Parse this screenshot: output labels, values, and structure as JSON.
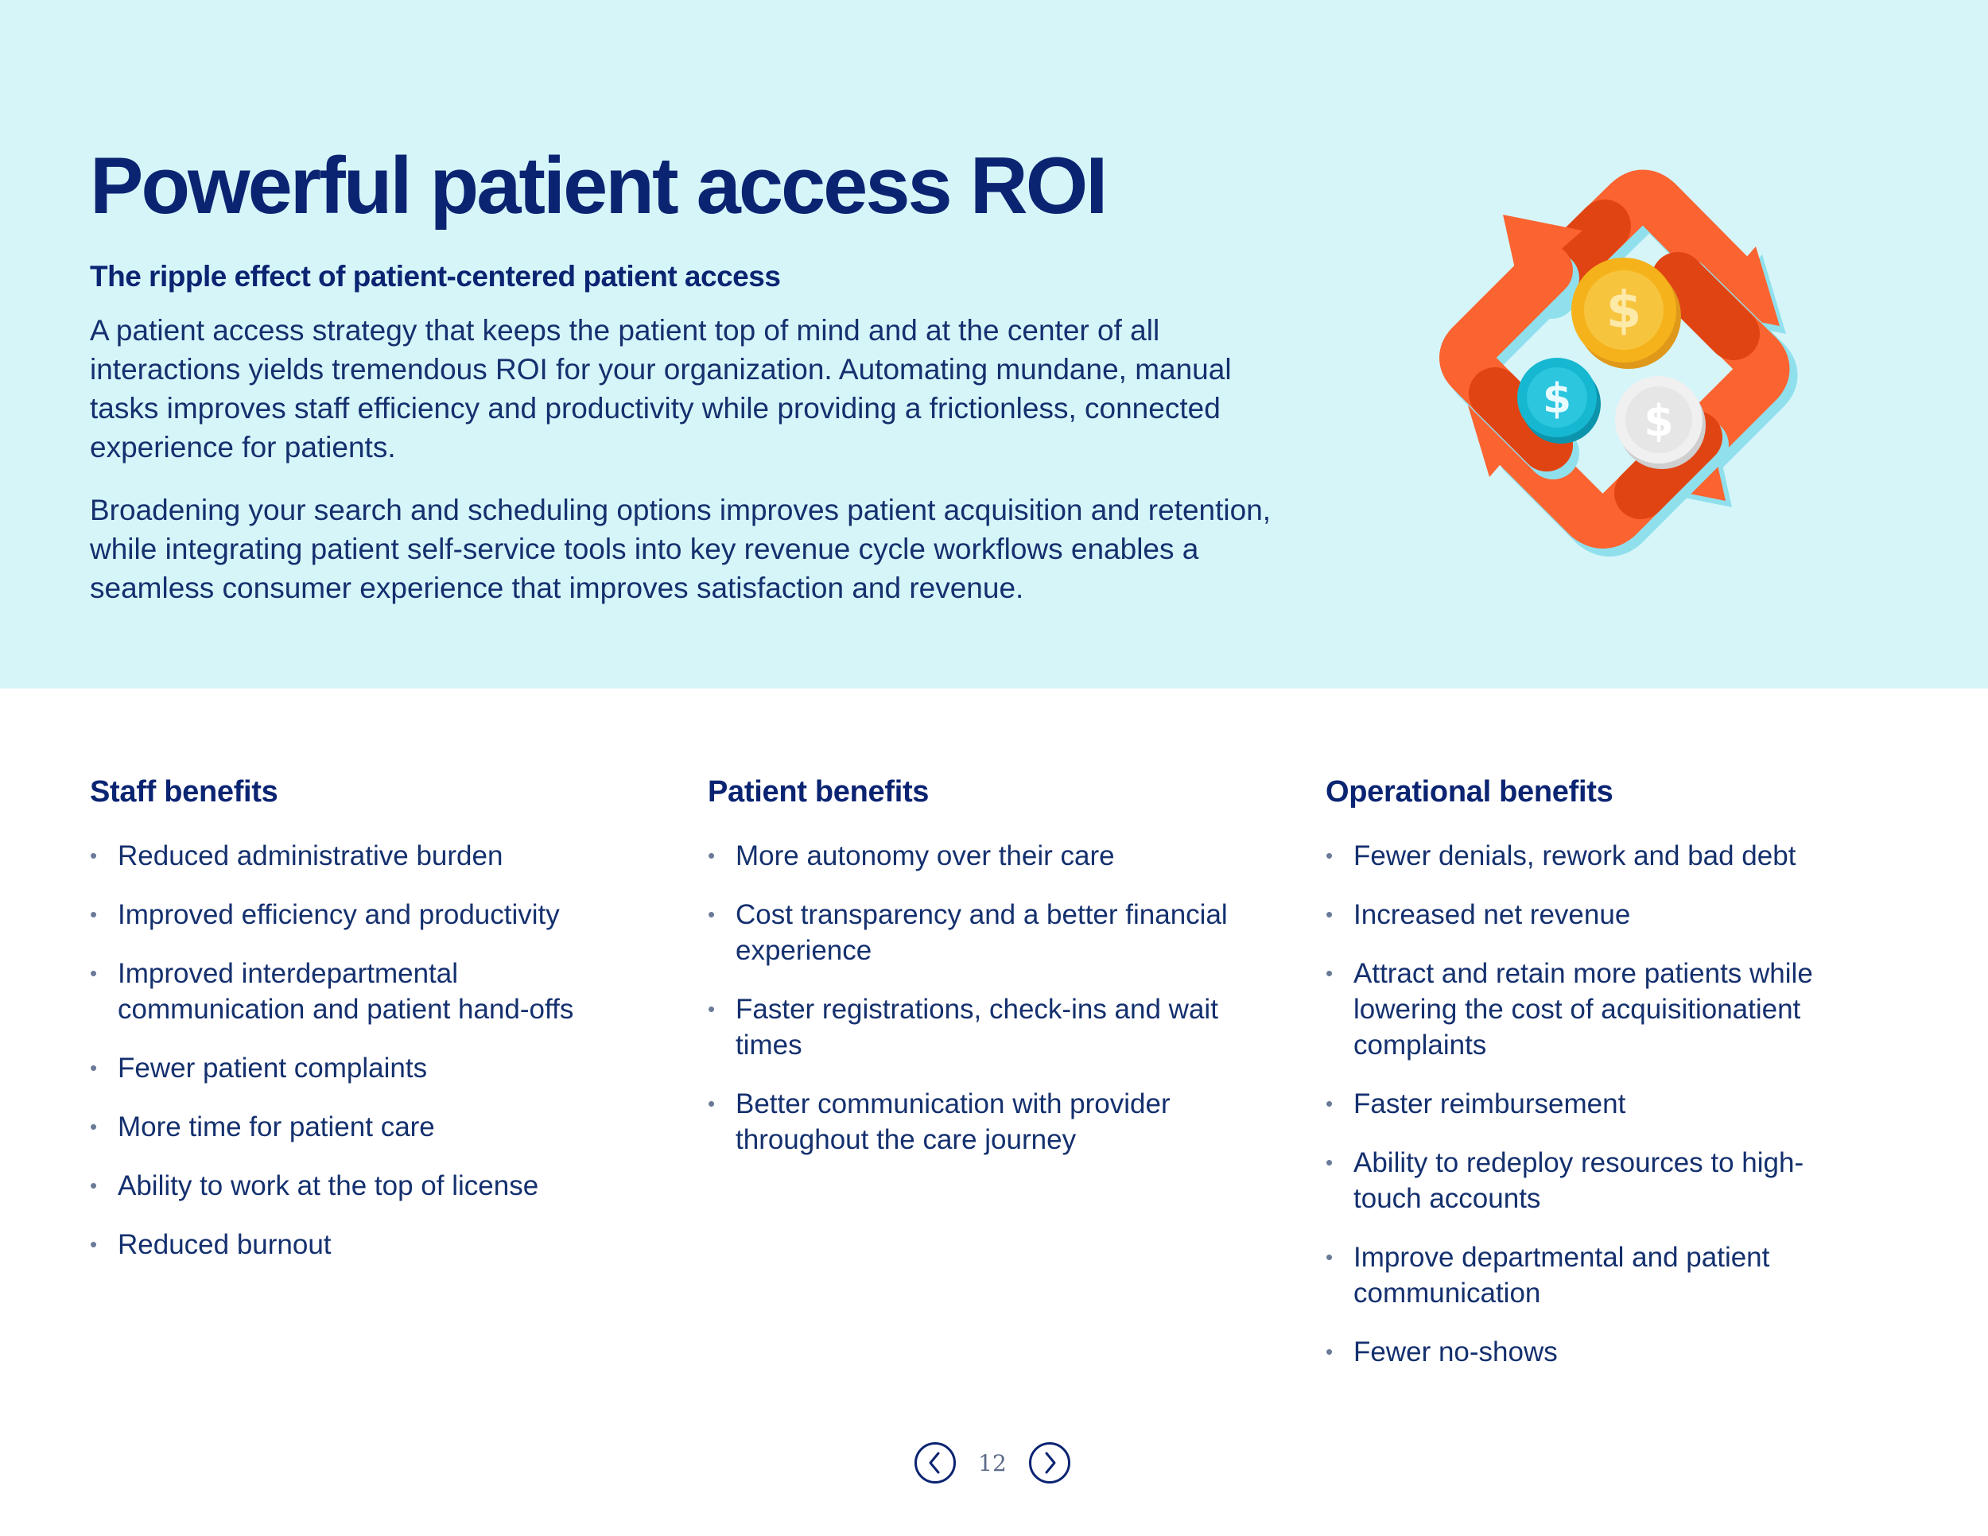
{
  "hero": {
    "title": "Powerful patient access ROI",
    "subtitle": "The ripple effect of patient-centered patient access",
    "paragraph1": "A patient access strategy that keeps the patient top of mind and at the center of all interactions yields tremendous ROI for your organization. Automating mundane, manual tasks improves staff efficiency and productivity while providing a frictionless, connected experience for patients.",
    "paragraph2": "Broadening your search and scheduling options improves patient acquisition and retention, while integrating patient self-service tools into key revenue cycle workflows enables a seamless consumer experience that improves satisfaction and revenue.",
    "illustration": {
      "icons": [
        "cycle-arrows-icon",
        "dollar-coin-icon"
      ],
      "coin_symbol": "$",
      "colors": {
        "arrow": "#fb6330",
        "arrow_dark": "#e14413",
        "shadow": "#8fe0ec",
        "coin_gold": "#f5b21b",
        "coin_teal": "#16b7d1",
        "coin_silver": "#e6e6e6"
      }
    }
  },
  "sections": [
    {
      "heading": "Staff benefits",
      "items": [
        "Reduced administrative burden",
        "Improved efficiency and productivity",
        "Improved interdepartmental communication and patient hand-offs",
        "Fewer patient complaints",
        "More time for patient care",
        "Ability to work at the top of license",
        "Reduced burnout"
      ]
    },
    {
      "heading": "Patient benefits",
      "items": [
        "More autonomy over their care",
        "Cost transparency and a better financial experience",
        "Faster registrations, check-ins and wait times",
        "Better communication with provider throughout the care journey"
      ]
    },
    {
      "heading": "Operational benefits",
      "items": [
        "Fewer denials, rework and bad debt",
        "Increased net revenue",
        "Attract and retain more patients while lowering the cost of acquisitionatient complaints",
        "Faster reimbursement",
        "Ability to redeploy resources to high-touch accounts",
        "Improve departmental and patient communication",
        "Fewer no-shows"
      ]
    }
  ],
  "pagination": {
    "page": "12",
    "prev_icon": "chevron-left-icon",
    "next_icon": "chevron-right-icon"
  },
  "colors": {
    "hero_bg": "#d6f5f9",
    "heading": "#0b2472",
    "body_text": "#14306e"
  }
}
